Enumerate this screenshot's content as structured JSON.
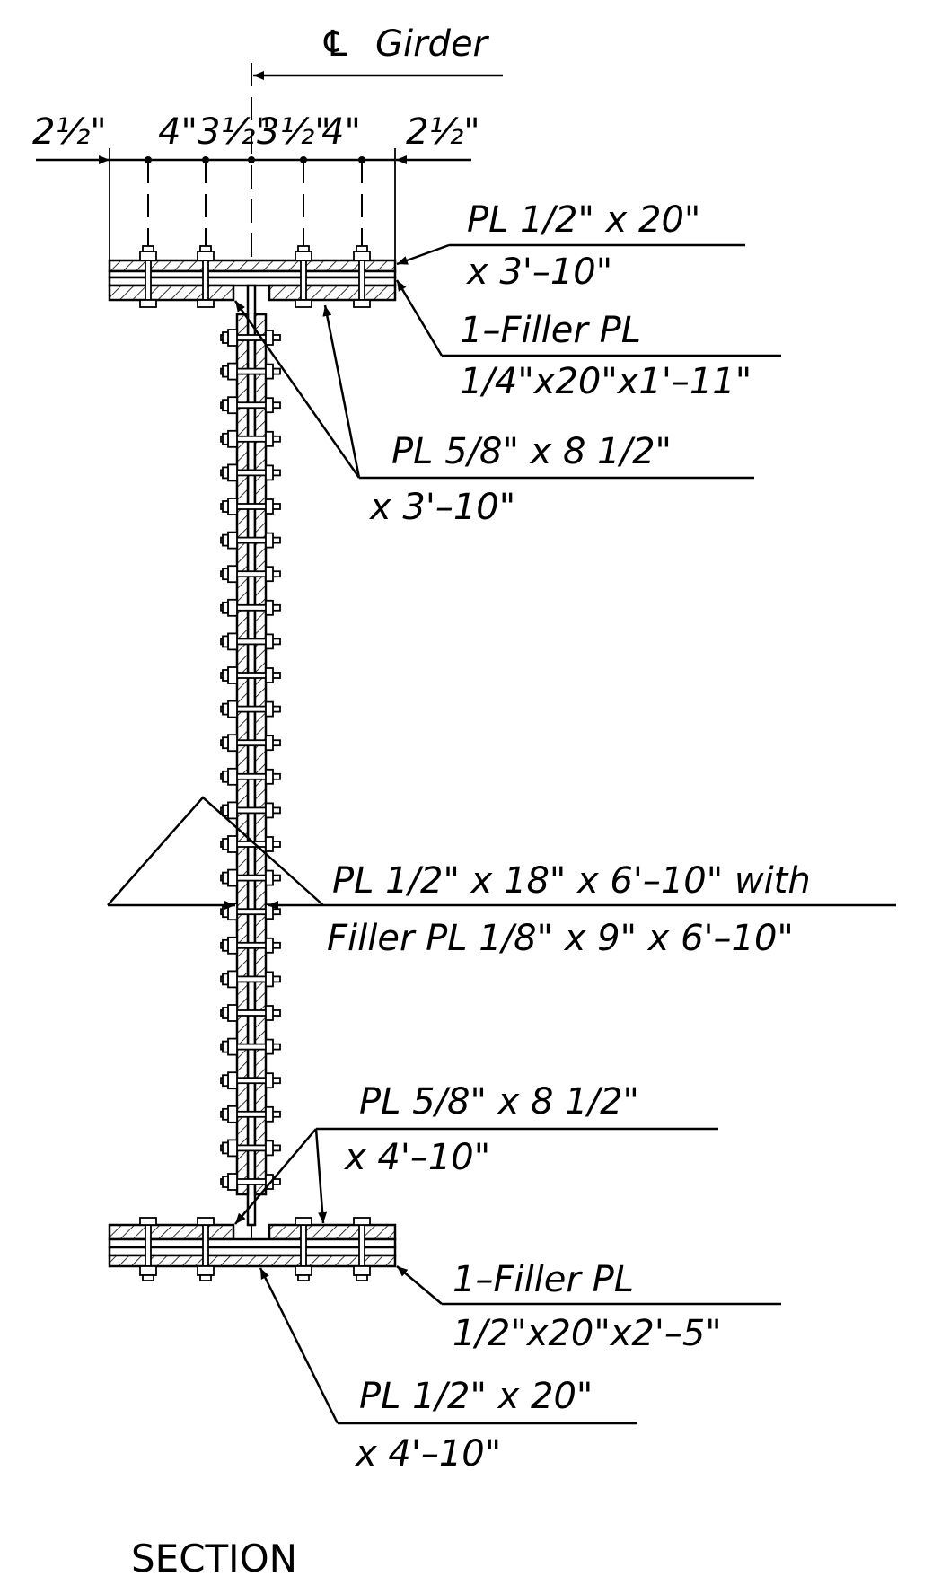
{
  "centerline": {
    "symbol": "℄",
    "label": "Girder"
  },
  "dimensions": {
    "left_edge": "2½\"",
    "spacing_1": "4\"",
    "spacing_2": "3½\"",
    "spacing_3": "3½\"",
    "spacing_4": "4\"",
    "right_edge": "2½\""
  },
  "callouts": [
    {
      "id": "top-cover-plate",
      "line1": "PL 1/2\" x 20\"",
      "line2": "x 3'–10\""
    },
    {
      "id": "top-filler-plate",
      "line1": "1–Filler PL",
      "line2": "1/4\"x20\"x1'–11\""
    },
    {
      "id": "top-inner-plates",
      "line1": "PL 5/8\" x 8 1/2\"",
      "line2": "x 3'–10\""
    },
    {
      "id": "web-splice-plate",
      "line1": "PL 1/2\" x 18\" x 6'–10\" with",
      "line2": "Filler PL 1/8\" x 9\" x 6'–10\""
    },
    {
      "id": "bottom-inner-plates",
      "line1": "PL 5/8\" x 8 1/2\"",
      "line2": "x 4'–10\""
    },
    {
      "id": "bottom-filler-plate",
      "line1": "1–Filler PL",
      "line2": "1/2\"x20\"x2'–5\""
    },
    {
      "id": "bottom-cover-plate",
      "line1": "PL 1/2\" x 20\"",
      "line2": "x 4'–10\""
    }
  ],
  "section_title": "SECTION"
}
